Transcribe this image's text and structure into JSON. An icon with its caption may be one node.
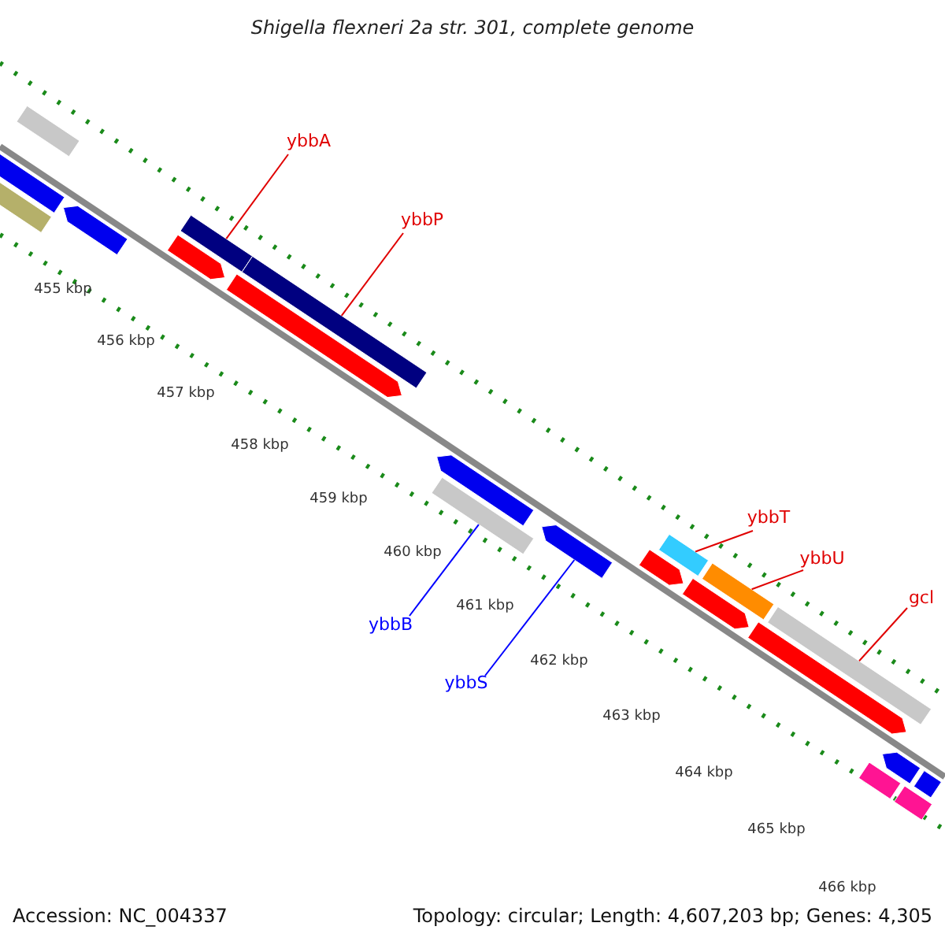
{
  "diagram": {
    "title": "Shigella flexneri 2a str. 301, complete genome",
    "nodes": [
      {
        "text": [],
        "shape": "bar"
      },
      {
        "text": [],
        "shape": "bar"
      },
      {
        "text": [],
        "shape": "bar"
      },
      {
        "text": [],
        "shape": "bar"
      },
      {
        "text": [
          "ybbA"
        ]
      },
      {
        "text": [],
        "shape": "bar"
      },
      {
        "text": [],
        "shape": "bar"
      },
      {
        "text": [
          "ybbP"
        ]
      },
      {
        "text": [],
        "shape": "bar"
      },
      {
        "text": [],
        "shape": "bar"
      },
      {
        "text": [],
        "shape": "bar"
      },
      {
        "text": [],
        "shape": "bar"
      },
      {
        "text": [
          "ybbB"
        ]
      },
      {
        "text": [],
        "shape": "bar"
      },
      {
        "text": [
          "ybbS"
        ]
      },
      {
        "text": [
          "ybbT"
        ]
      },
      {
        "text": [],
        "shape": "bar"
      },
      {
        "text": [],
        "shape": "bar"
      },
      {
        "text": [
          "ybbU"
        ]
      },
      {
        "text": [],
        "shape": "bar"
      },
      {
        "text": [],
        "shape": "bar"
      },
      {
        "text": [
          "gcl"
        ]
      },
      {
        "text": [],
        "shape": "bar"
      },
      {
        "text": [],
        "shape": "bar"
      },
      {
        "text": [],
        "shape": "bar"
      },
      {
        "text": [],
        "shape": "bar"
      },
      {
        "text": [],
        "shape": "bar"
      },
      {
        "text": [],
        "shape": "bar"
      }
    ],
    "edges": [
      {
        "from": 4,
        "to": 5,
        "arrow": "none"
      },
      {
        "from": 7,
        "to": 8,
        "arrow": "none"
      },
      {
        "from": 12,
        "to": 11,
        "arrow": "none",
        "color": "#0000ff"
      },
      {
        "from": 14,
        "to": 13,
        "arrow": "none",
        "color": "#0000ff"
      },
      {
        "from": 15,
        "to": 16,
        "arrow": "none"
      },
      {
        "from": 18,
        "to": 19,
        "arrow": "none"
      },
      {
        "from": 21,
        "to": 22,
        "arrow": "none"
      }
    ],
    "labels": [
      "455 kbp",
      "456 kbp",
      "457 kbp",
      "458 kbp",
      "459 kbp",
      "460 kbp",
      "461 kbp",
      "462 kbp",
      "463 kbp",
      "464 kbp",
      "465 kbp",
      "466 kbp",
      "Accession: NC_004337",
      "Topology: circular; Length: 4,607,203 bp; Genes: 4,305"
    ]
  }
}
